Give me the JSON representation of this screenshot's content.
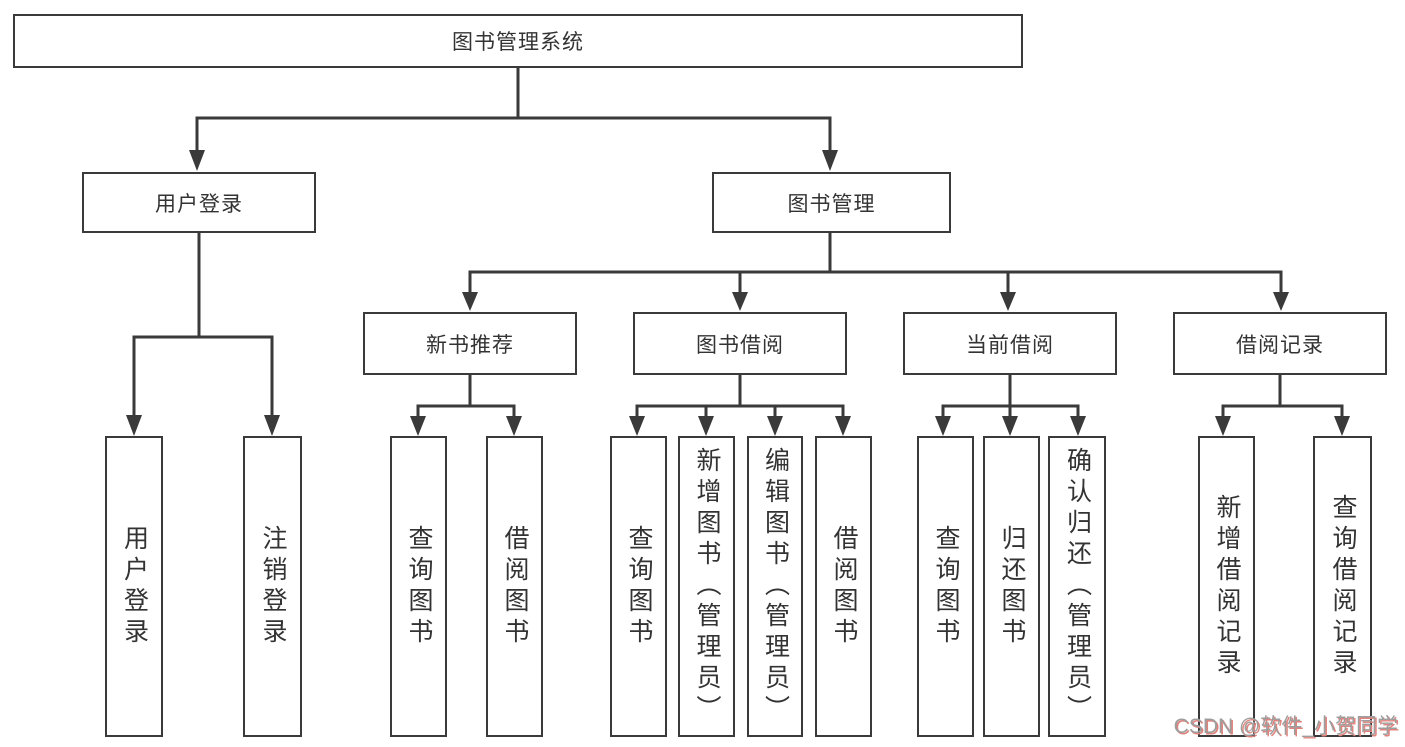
{
  "colors": {
    "line-color": "#3a3a3a",
    "text-color": "#333333",
    "background": "#ffffff",
    "watermark-color": "#9e9e9e",
    "watermark-accent": "#e0837d"
  },
  "diagram": {
    "root": {
      "label": "图书管理系统"
    },
    "level2": [
      {
        "label": "用户登录"
      },
      {
        "label": "图书管理"
      }
    ],
    "level3": [
      {
        "label": "新书推荐"
      },
      {
        "label": "图书借阅"
      },
      {
        "label": "当前借阅"
      },
      {
        "label": "借阅记录"
      }
    ],
    "leaves": {
      "user_login": [
        "用户登录",
        "注销登录"
      ],
      "new_book_recommend": [
        "查询图书",
        "借阅图书"
      ],
      "book_borrow": [
        "查询图书",
        "新增图书（管理员）",
        "编辑图书（管理员）",
        "借阅图书"
      ],
      "current_borrow": [
        "查询图书",
        "归还图书",
        "确认归还（管理员）"
      ],
      "borrow_record": [
        "新增借阅记录",
        "查询借阅记录"
      ]
    }
  },
  "watermark": {
    "text": "CSDN @软件_小贺同学"
  }
}
